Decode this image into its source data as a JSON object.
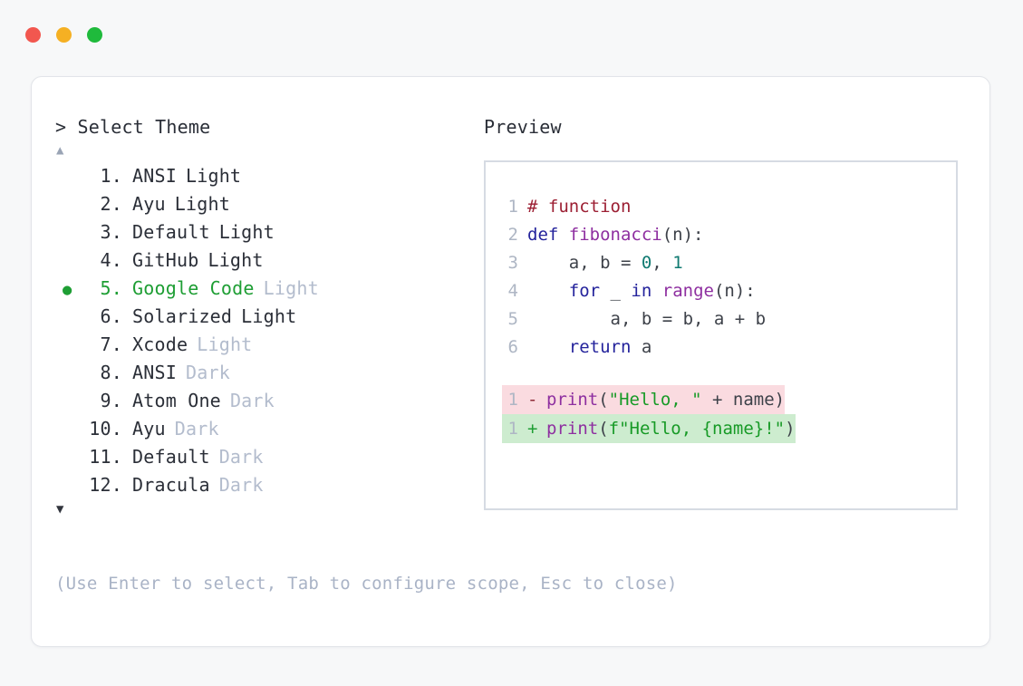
{
  "window": {
    "dots": [
      {
        "name": "close-dot",
        "color": "#f2574f"
      },
      {
        "name": "minimize-dot",
        "color": "#f5b023"
      },
      {
        "name": "maximize-dot",
        "color": "#1fba3c"
      }
    ]
  },
  "left": {
    "prompt": "> Select Theme",
    "scroll_up": "▲",
    "scroll_down": "▼",
    "selected_index": 5,
    "selected_marker": "●",
    "items": [
      {
        "index": "1.",
        "name": "ANSI",
        "variant": "Light",
        "dim_variant": false,
        "selected": false
      },
      {
        "index": "2.",
        "name": "Ayu",
        "variant": "Light",
        "dim_variant": false,
        "selected": false
      },
      {
        "index": "3.",
        "name": "Default",
        "variant": "Light",
        "dim_variant": false,
        "selected": false
      },
      {
        "index": "4.",
        "name": "GitHub",
        "variant": "Light",
        "dim_variant": false,
        "selected": false
      },
      {
        "index": "5.",
        "name": "Google Code",
        "variant": "Light",
        "dim_variant": true,
        "selected": true
      },
      {
        "index": "6.",
        "name": "Solarized",
        "variant": "Light",
        "dim_variant": false,
        "selected": false
      },
      {
        "index": "7.",
        "name": "Xcode",
        "variant": "Light",
        "dim_variant": true,
        "selected": false
      },
      {
        "index": "8.",
        "name": "ANSI",
        "variant": "Dark",
        "dim_variant": true,
        "selected": false
      },
      {
        "index": "9.",
        "name": "Atom One",
        "variant": "Dark",
        "dim_variant": true,
        "selected": false
      },
      {
        "index": "10.",
        "name": "Ayu",
        "variant": "Dark",
        "dim_variant": true,
        "selected": false
      },
      {
        "index": "11.",
        "name": "Default",
        "variant": "Dark",
        "dim_variant": true,
        "selected": false
      },
      {
        "index": "12.",
        "name": "Dracula",
        "variant": "Dark",
        "dim_variant": true,
        "selected": false
      }
    ],
    "hint": "(Use Enter to select, Tab to configure scope, Esc to close)"
  },
  "right": {
    "label": "Preview",
    "code_lines": [
      {
        "n": "1",
        "tokens": [
          {
            "t": "# function",
            "c": "comment"
          }
        ]
      },
      {
        "n": "2",
        "tokens": [
          {
            "t": "def ",
            "c": "keyword"
          },
          {
            "t": "fibonacci",
            "c": "func"
          },
          {
            "t": "(n):",
            "c": "punct"
          }
        ]
      },
      {
        "n": "3",
        "tokens": [
          {
            "t": "    a, b = ",
            "c": "plain"
          },
          {
            "t": "0",
            "c": "number"
          },
          {
            "t": ", ",
            "c": "plain"
          },
          {
            "t": "1",
            "c": "number"
          }
        ]
      },
      {
        "n": "4",
        "tokens": [
          {
            "t": "    ",
            "c": "plain"
          },
          {
            "t": "for",
            "c": "keyword"
          },
          {
            "t": " _ ",
            "c": "plain"
          },
          {
            "t": "in",
            "c": "keyword"
          },
          {
            "t": " ",
            "c": "plain"
          },
          {
            "t": "range",
            "c": "func"
          },
          {
            "t": "(n):",
            "c": "punct"
          }
        ]
      },
      {
        "n": "5",
        "tokens": [
          {
            "t": "        a, b = b, a + b",
            "c": "plain"
          }
        ]
      },
      {
        "n": "6",
        "tokens": [
          {
            "t": "    ",
            "c": "plain"
          },
          {
            "t": "return",
            "c": "keyword"
          },
          {
            "t": " a",
            "c": "plain"
          }
        ]
      }
    ],
    "diff_lines": [
      {
        "n": "1",
        "sign": "-",
        "kind": "removed",
        "tokens": [
          {
            "t": "print",
            "c": "func"
          },
          {
            "t": "(",
            "c": "punct"
          },
          {
            "t": "\"Hello, \"",
            "c": "string"
          },
          {
            "t": " + name)",
            "c": "plain"
          }
        ]
      },
      {
        "n": "1",
        "sign": "+",
        "kind": "added",
        "tokens": [
          {
            "t": "print",
            "c": "func"
          },
          {
            "t": "(",
            "c": "punct"
          },
          {
            "t": "f\"Hello, {name}!\"",
            "c": "string"
          },
          {
            "t": ")",
            "c": "punct"
          }
        ]
      }
    ]
  },
  "colors": {
    "page_background": "#f7f8f9",
    "card_background": "#ffffff",
    "card_border": "#e2e4e9",
    "preview_border": "#d6dbe3",
    "text": "#2b2f38",
    "dim_text": "#b3bccd",
    "hint_text": "#a9b3c6",
    "line_number": "#aeb6c4",
    "accent_green": "#1e9e34",
    "diff_removed_bg": "#fadbe0",
    "diff_added_bg": "#cdeccf",
    "syntax_comment": "#9c1f33",
    "syntax_keyword": "#24239c",
    "syntax_function": "#8e2fa0",
    "syntax_number": "#107a71",
    "syntax_string": "#179a26"
  }
}
